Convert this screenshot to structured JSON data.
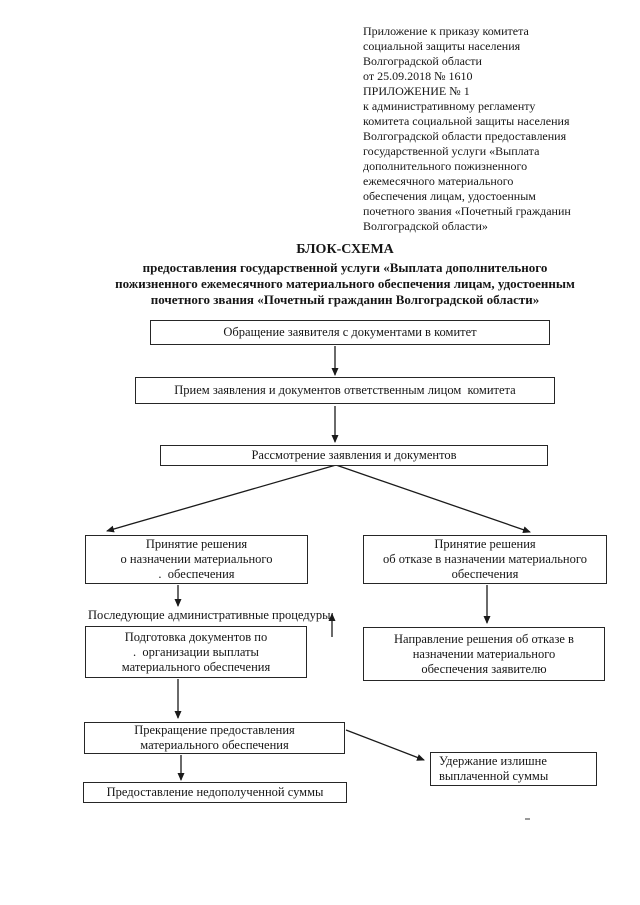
{
  "header": {
    "text": "Приложение к приказу комитета\nсоциальной защиты населения\nВолгоградской области\nот 25.09.2018 № 1610\nПРИЛОЖЕНИЕ № 1\nк административному регламенту\nкомитета социальной защиты населения\nВолгоградской области предоставления\nгосударственной услуги «Выплата\nдополнительного пожизненного\nежемесячного материального\nобеспечения лицам, удостоенным\nпочетного звания «Почетный гражданин\nВолгоградской области»"
  },
  "title": {
    "text": "БЛОК-СХЕМА"
  },
  "subtitle": {
    "text": "предоставления государственной услуги «Выплата дополнительного\nпожизненного ежемесячного материального обеспечения лицам, удостоенным\nпочетного звания «Почетный гражданин Волгоградской области»"
  },
  "flowchart": {
    "procedures_label": "Последующие административные процедуры:",
    "boxes": {
      "b1": "Обращение заявителя с документами в комитет",
      "b2": "Прием заявления и документов ответственным лицом  комитета",
      "b3": "Рассмотрение заявления и документов",
      "b4a": "Принятие решения\nо назначении материального\n.  обеспечения",
      "b4b": "Принятие решения\nоб отказе в назначении материального\nобеспечения",
      "b5a": "Подготовка документов по\n.  организации выплаты\nматериального обеспечения",
      "b5b": "Направление решения об отказе в\nназначении материального\nобеспечения заявителю",
      "b6": "Прекращение предоставления\nматериального обеспечения",
      "b7": "Удержание излишне\nвыплаченной суммы",
      "b8": "Предоставление недополученной суммы"
    }
  },
  "colors": {
    "ink": "#1a1a1a",
    "paper": "#ffffff"
  }
}
